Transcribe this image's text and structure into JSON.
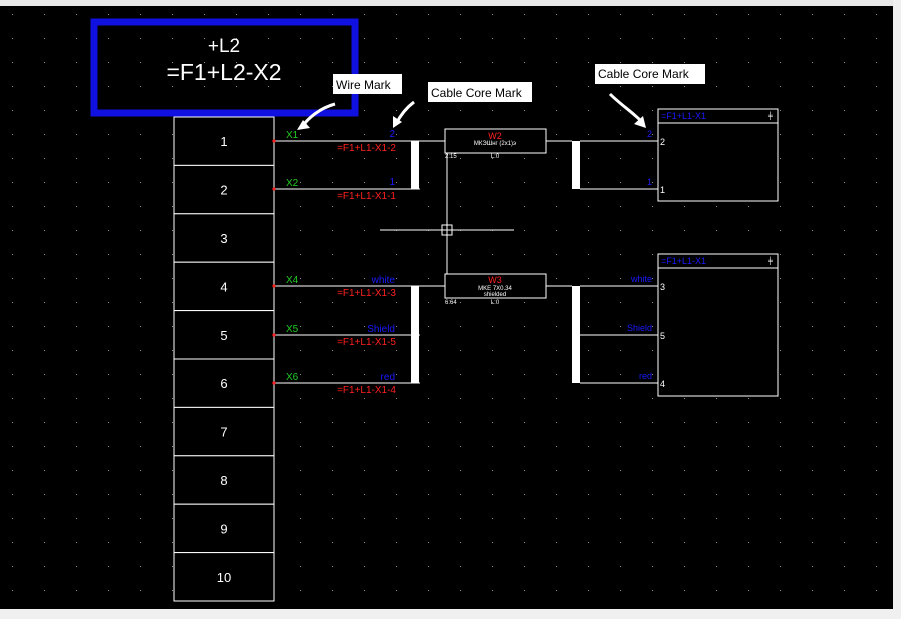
{
  "title_block": {
    "line1": "+L2",
    "line2": "=F1+L2-X2"
  },
  "annotations": {
    "wire_mark": "Wire Mark",
    "cable_core_mark_1": "Cable Core Mark",
    "cable_core_mark_2": "Cable Core Mark"
  },
  "terminal_strip": {
    "numbers": [
      "1",
      "2",
      "3",
      "4",
      "5",
      "6",
      "7",
      "8",
      "9",
      "10"
    ]
  },
  "terminal_wires": [
    {
      "terminal": "X1",
      "core": "2",
      "target": "=F1+L1-X1-2"
    },
    {
      "terminal": "X2",
      "core": "1",
      "target": "=F1+L1-X1-1"
    },
    {
      "terminal": "X4",
      "core": "white",
      "target": "=F1+L1-X1-3"
    },
    {
      "terminal": "X5",
      "core": "Shield",
      "target": "=F1+L1-X1-5"
    },
    {
      "terminal": "X6",
      "core": "red",
      "target": "=F1+L1-X1-4"
    }
  ],
  "cables": [
    {
      "name": "W2",
      "type": "МКЭШнг (2х1)э",
      "length": "L:0",
      "left_tag": "2:15"
    },
    {
      "name": "W3",
      "type": "MKE 7X0.34",
      "subtype": "shielded",
      "length": "L:0",
      "left_tag": "6:64"
    }
  ],
  "target_strips": [
    {
      "title": "=F1+L1-X1",
      "rows": [
        {
          "core": "2",
          "terminal": "2"
        },
        {
          "core": "1",
          "terminal": "1"
        }
      ]
    },
    {
      "title": "=F1+L1-X1",
      "rows": [
        {
          "core": "white",
          "terminal": "3"
        },
        {
          "core": "Shield",
          "terminal": "5"
        },
        {
          "core": "red",
          "terminal": "4"
        }
      ]
    }
  ],
  "colors": {
    "background": "#000000",
    "title_border": "#1010e0",
    "terminal_label": "#22cc22",
    "wire_mark": "#ff2020",
    "core_mark": "#1a1aff",
    "cable_name": "#ff2020",
    "line": "#ffffff"
  }
}
